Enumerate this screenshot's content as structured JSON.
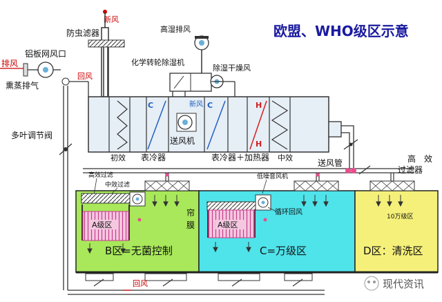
{
  "title": "欧盟、WHO级区示意",
  "labels": {
    "fresh_air_top": "新风",
    "insect_filter": "防虫滤器",
    "high_humidity_exhaust": "高湿排风",
    "chem_wheel_dehumidifier": "化学转轮除湿机",
    "dehumid_dry_air": "除湿干燥风",
    "exhaust": "排风",
    "alu_mesh_outlet": "铝板网风口",
    "fumigation_exhaust": "熏蒸排气",
    "return_air_top": "回风",
    "multi_leaf_damper": "多叶调节阀",
    "c_left": "C",
    "c_right": "C",
    "h_top": "H",
    "h_bottom": "H",
    "fresh_air_inner": "新风",
    "supply_fan": "送风机",
    "primary_filter": "初效",
    "surface_cooler": "表冷器",
    "cooler_heater": "表冷器＋加热器",
    "medium_filter": "中效",
    "supply_duct": "送风管",
    "hepa_filter": "高　效\n过滤器",
    "hepa_small": "高效过滤",
    "medium_small": "中效过滤",
    "low_noise_fan": "低噪音风机",
    "a_grade_left": "A级区",
    "a_grade_right": "A级区",
    "circulating_return": "循环回风",
    "curtain": "帘\n膜",
    "class_100k": "10万级区",
    "zone_b": "B区=无菌控制",
    "zone_c": "C=万级区",
    "zone_d": "D区：清洗区",
    "return_air_bottom": "回风",
    "watermark": "现代资讯"
  },
  "colors": {
    "zone_b": "#a8e85a",
    "zone_c": "#4fe3ea",
    "zone_d": "#f5f07a",
    "a_zone": "#e8a8d0",
    "ahu": "#e6eef6",
    "title": "#1a1aa0",
    "red_text": "#cc0000",
    "duct": "#444444"
  }
}
